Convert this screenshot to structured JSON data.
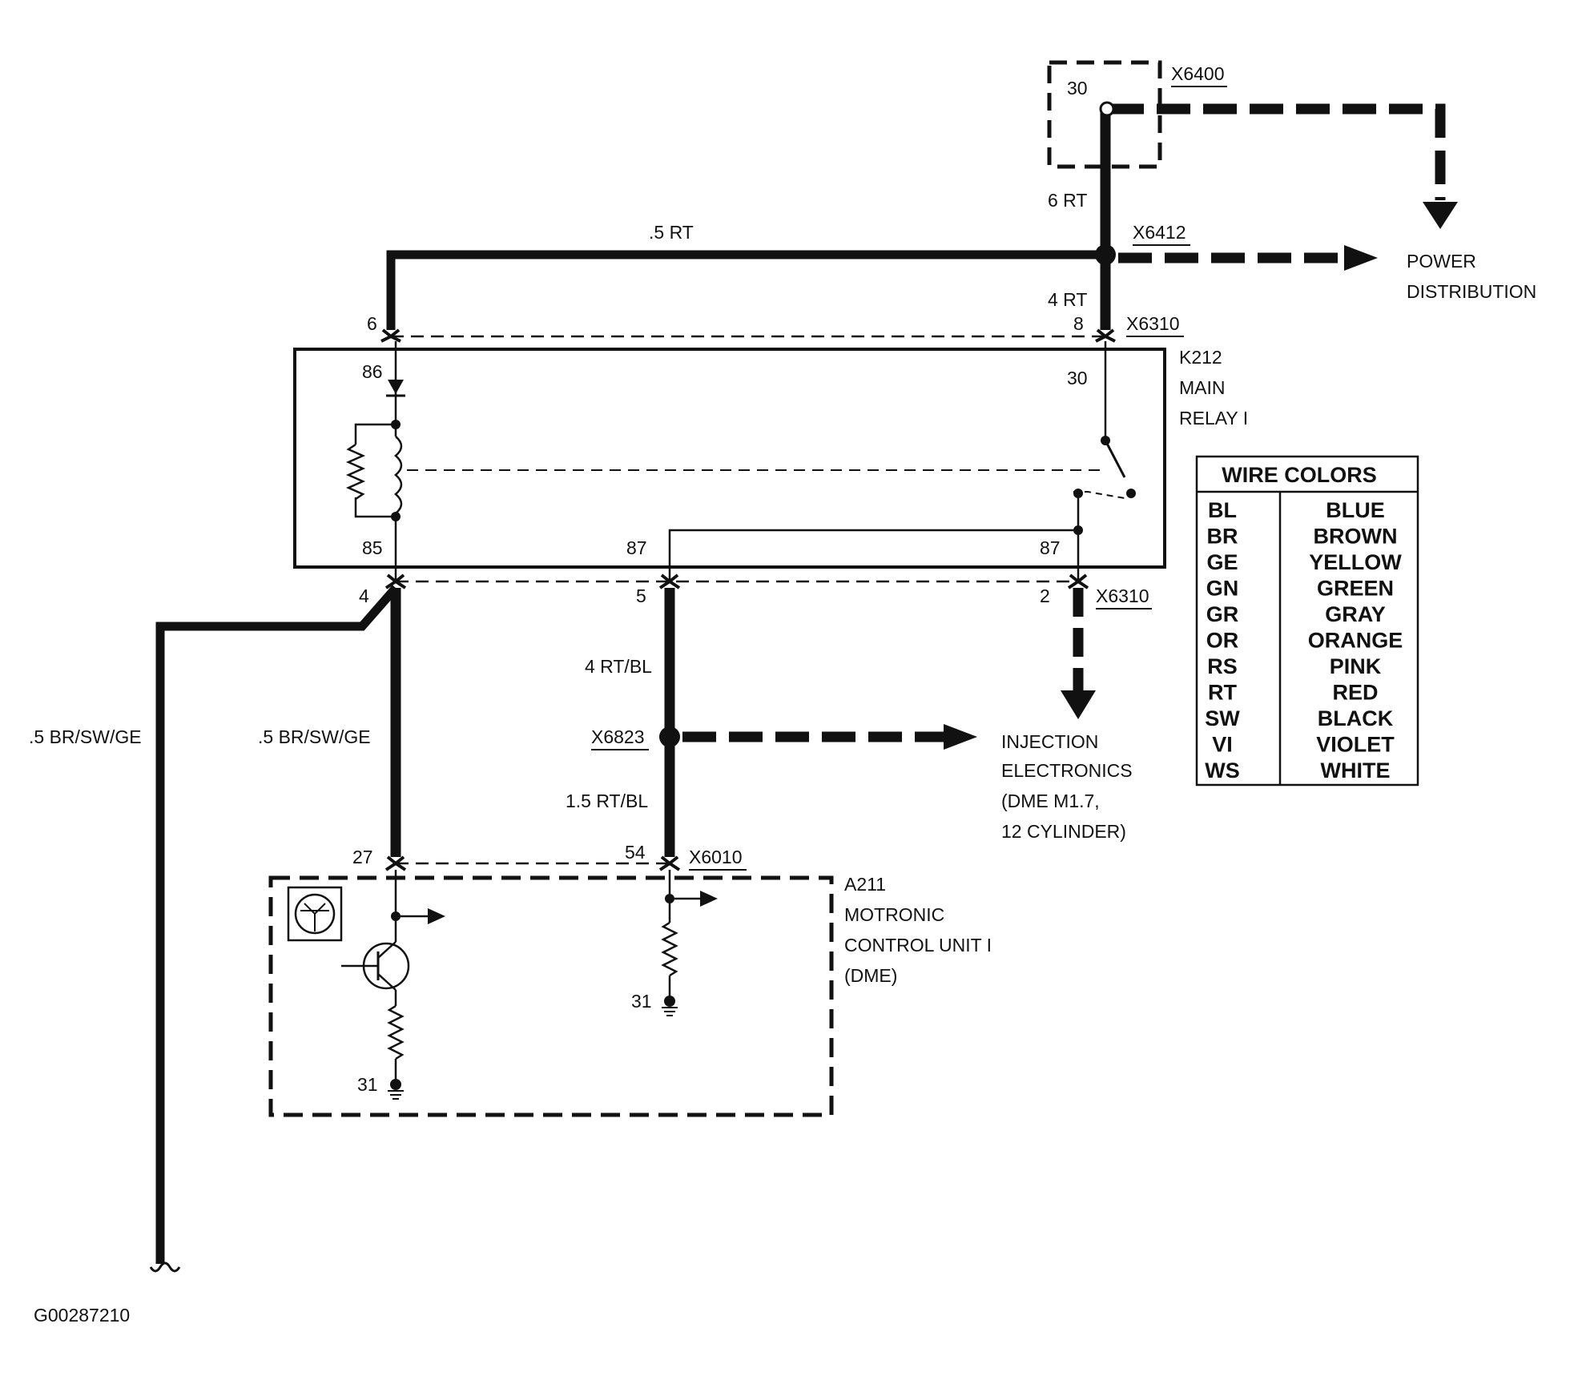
{
  "components": {
    "x6400": {
      "pin": "30",
      "name": "X6400"
    },
    "x6412": {
      "name": "X6412"
    },
    "k212": {
      "name": "K212",
      "line2": "MAIN",
      "line3": "RELAY I",
      "pin86": "86",
      "pin85": "85",
      "pin30": "30",
      "pin87a": "87",
      "pin87b": "87"
    },
    "x6310_top": {
      "name": "X6310",
      "pin_left": "6",
      "pin_right": "8"
    },
    "x6310_bottom": {
      "name": "X6310",
      "pin_left": "4",
      "pin_mid": "5",
      "pin_right": "2"
    },
    "x6823": {
      "name": "X6823"
    },
    "x6010": {
      "name": "X6010",
      "pin_left": "27",
      "pin_right": "54"
    },
    "a211": {
      "name": "A211",
      "line2": "MOTRONIC",
      "line3": "CONTROL UNIT I",
      "line4": "(DME)",
      "ground_left": "31",
      "ground_right": "31"
    }
  },
  "wires": {
    "w_6rt": "6 RT",
    "w_05rt": ".5 RT",
    "w_4rt": "4 RT",
    "w_4rtbl": "4 RT/BL",
    "w_15rtbl": "1.5 RT/BL",
    "w_brswge_left": ".5 BR/SW/GE",
    "w_brswge_mid": ".5 BR/SW/GE"
  },
  "destinations": {
    "power_1": "POWER",
    "power_2": "DISTRIBUTION",
    "inj_1": "INJECTION",
    "inj_2": "ELECTRONICS",
    "inj_3": "(DME M1.7,",
    "inj_4": "12 CYLINDER)"
  },
  "legend": {
    "title": "WIRE COLORS",
    "rows": [
      {
        "code": "BL",
        "color": "BLUE"
      },
      {
        "code": "BR",
        "color": "BROWN"
      },
      {
        "code": "GE",
        "color": "YELLOW"
      },
      {
        "code": "GN",
        "color": "GREEN"
      },
      {
        "code": "GR",
        "color": "GRAY"
      },
      {
        "code": "OR",
        "color": "ORANGE"
      },
      {
        "code": "RS",
        "color": "PINK"
      },
      {
        "code": "RT",
        "color": "RED"
      },
      {
        "code": "SW",
        "color": "BLACK"
      },
      {
        "code": "VI",
        "color": "VIOLET"
      },
      {
        "code": "WS",
        "color": "WHITE"
      }
    ]
  },
  "figure_id": "G00287210"
}
